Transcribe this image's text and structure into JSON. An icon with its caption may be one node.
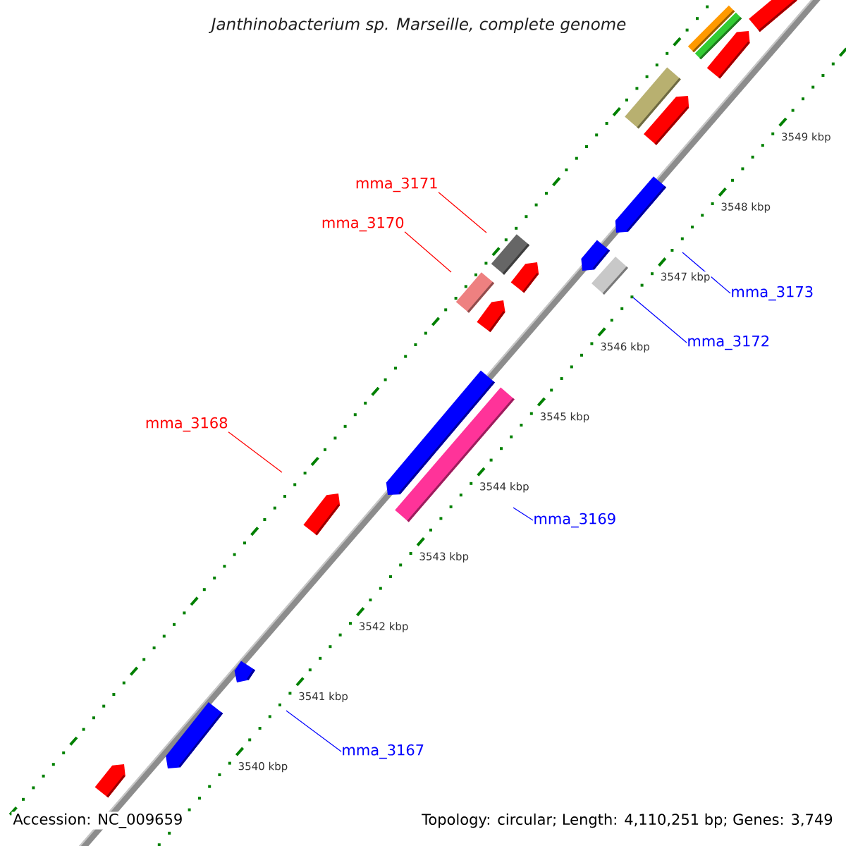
{
  "diagram": {
    "title": "Janthinobacterium sp. Marseille, complete genome",
    "nodes": [
      {
        "text": [
          "mma_3171"
        ]
      },
      {
        "text": [
          "mma_3170"
        ]
      },
      {
        "text": [
          "mma_3173"
        ]
      },
      {
        "text": [
          "mma_3172"
        ]
      },
      {
        "text": [
          "mma_3168"
        ]
      },
      {
        "text": [
          "mma_3169"
        ]
      },
      {
        "text": [
          "mma_3167"
        ]
      }
    ],
    "edges": [
      {
        "from": 0,
        "to": null,
        "arrow": "none",
        "color": "#ff0000"
      },
      {
        "from": 1,
        "to": null,
        "arrow": "none",
        "color": "#ff0000"
      },
      {
        "from": 2,
        "to": null,
        "arrow": "none"
      },
      {
        "from": 3,
        "to": null,
        "arrow": "none"
      },
      {
        "from": 4,
        "to": null,
        "arrow": "none",
        "color": "#ff0000"
      },
      {
        "from": 5,
        "to": null,
        "arrow": "none"
      },
      {
        "from": 6,
        "to": null,
        "arrow": "none"
      }
    ],
    "labels": [
      "3549 kbp",
      "3548 kbp",
      "3547 kbp",
      "3546 kbp",
      "3545 kbp",
      "3544 kbp",
      "3543 kbp",
      "3542 kbp",
      "3541 kbp",
      "3540 kbp",
      "Accession: NC_009659",
      "Topology: circular; Length: 4,110,251 bp; Genes: 3,749"
    ]
  }
}
